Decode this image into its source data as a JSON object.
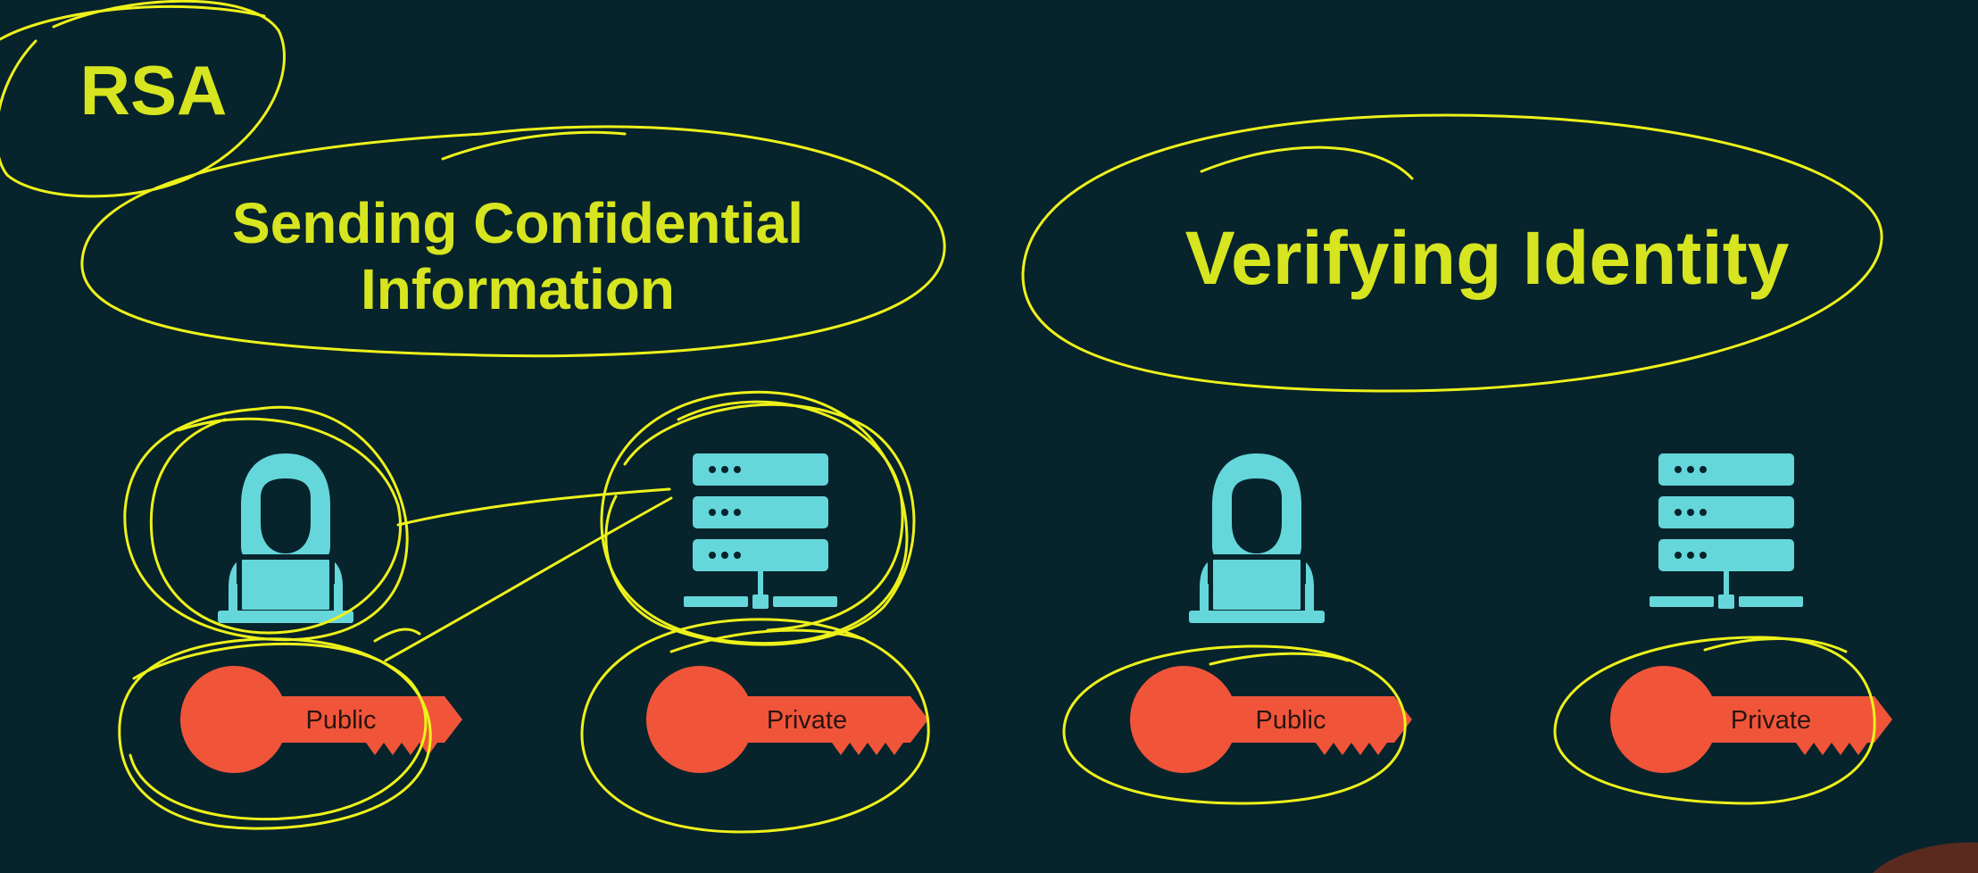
{
  "slide": {
    "background_color": "#07232c",
    "text_color": "#d6e51f",
    "icon_color": "#65d7da",
    "key_color": "#f0553a",
    "annotation_color": "#eef21a",
    "title": "RSA",
    "heading_left_line1": "Sending Confidential",
    "heading_left_line2": "Information",
    "heading_right": "Verifying Identity"
  },
  "groups": [
    {
      "name": "sending",
      "items": [
        {
          "icon": "user-at-laptop-icon",
          "key_label": "Public"
        },
        {
          "icon": "server-icon",
          "key_label": "Private"
        }
      ]
    },
    {
      "name": "verifying",
      "items": [
        {
          "icon": "user-at-laptop-icon",
          "key_label": "Public"
        },
        {
          "icon": "server-icon",
          "key_label": "Private"
        }
      ]
    }
  ]
}
